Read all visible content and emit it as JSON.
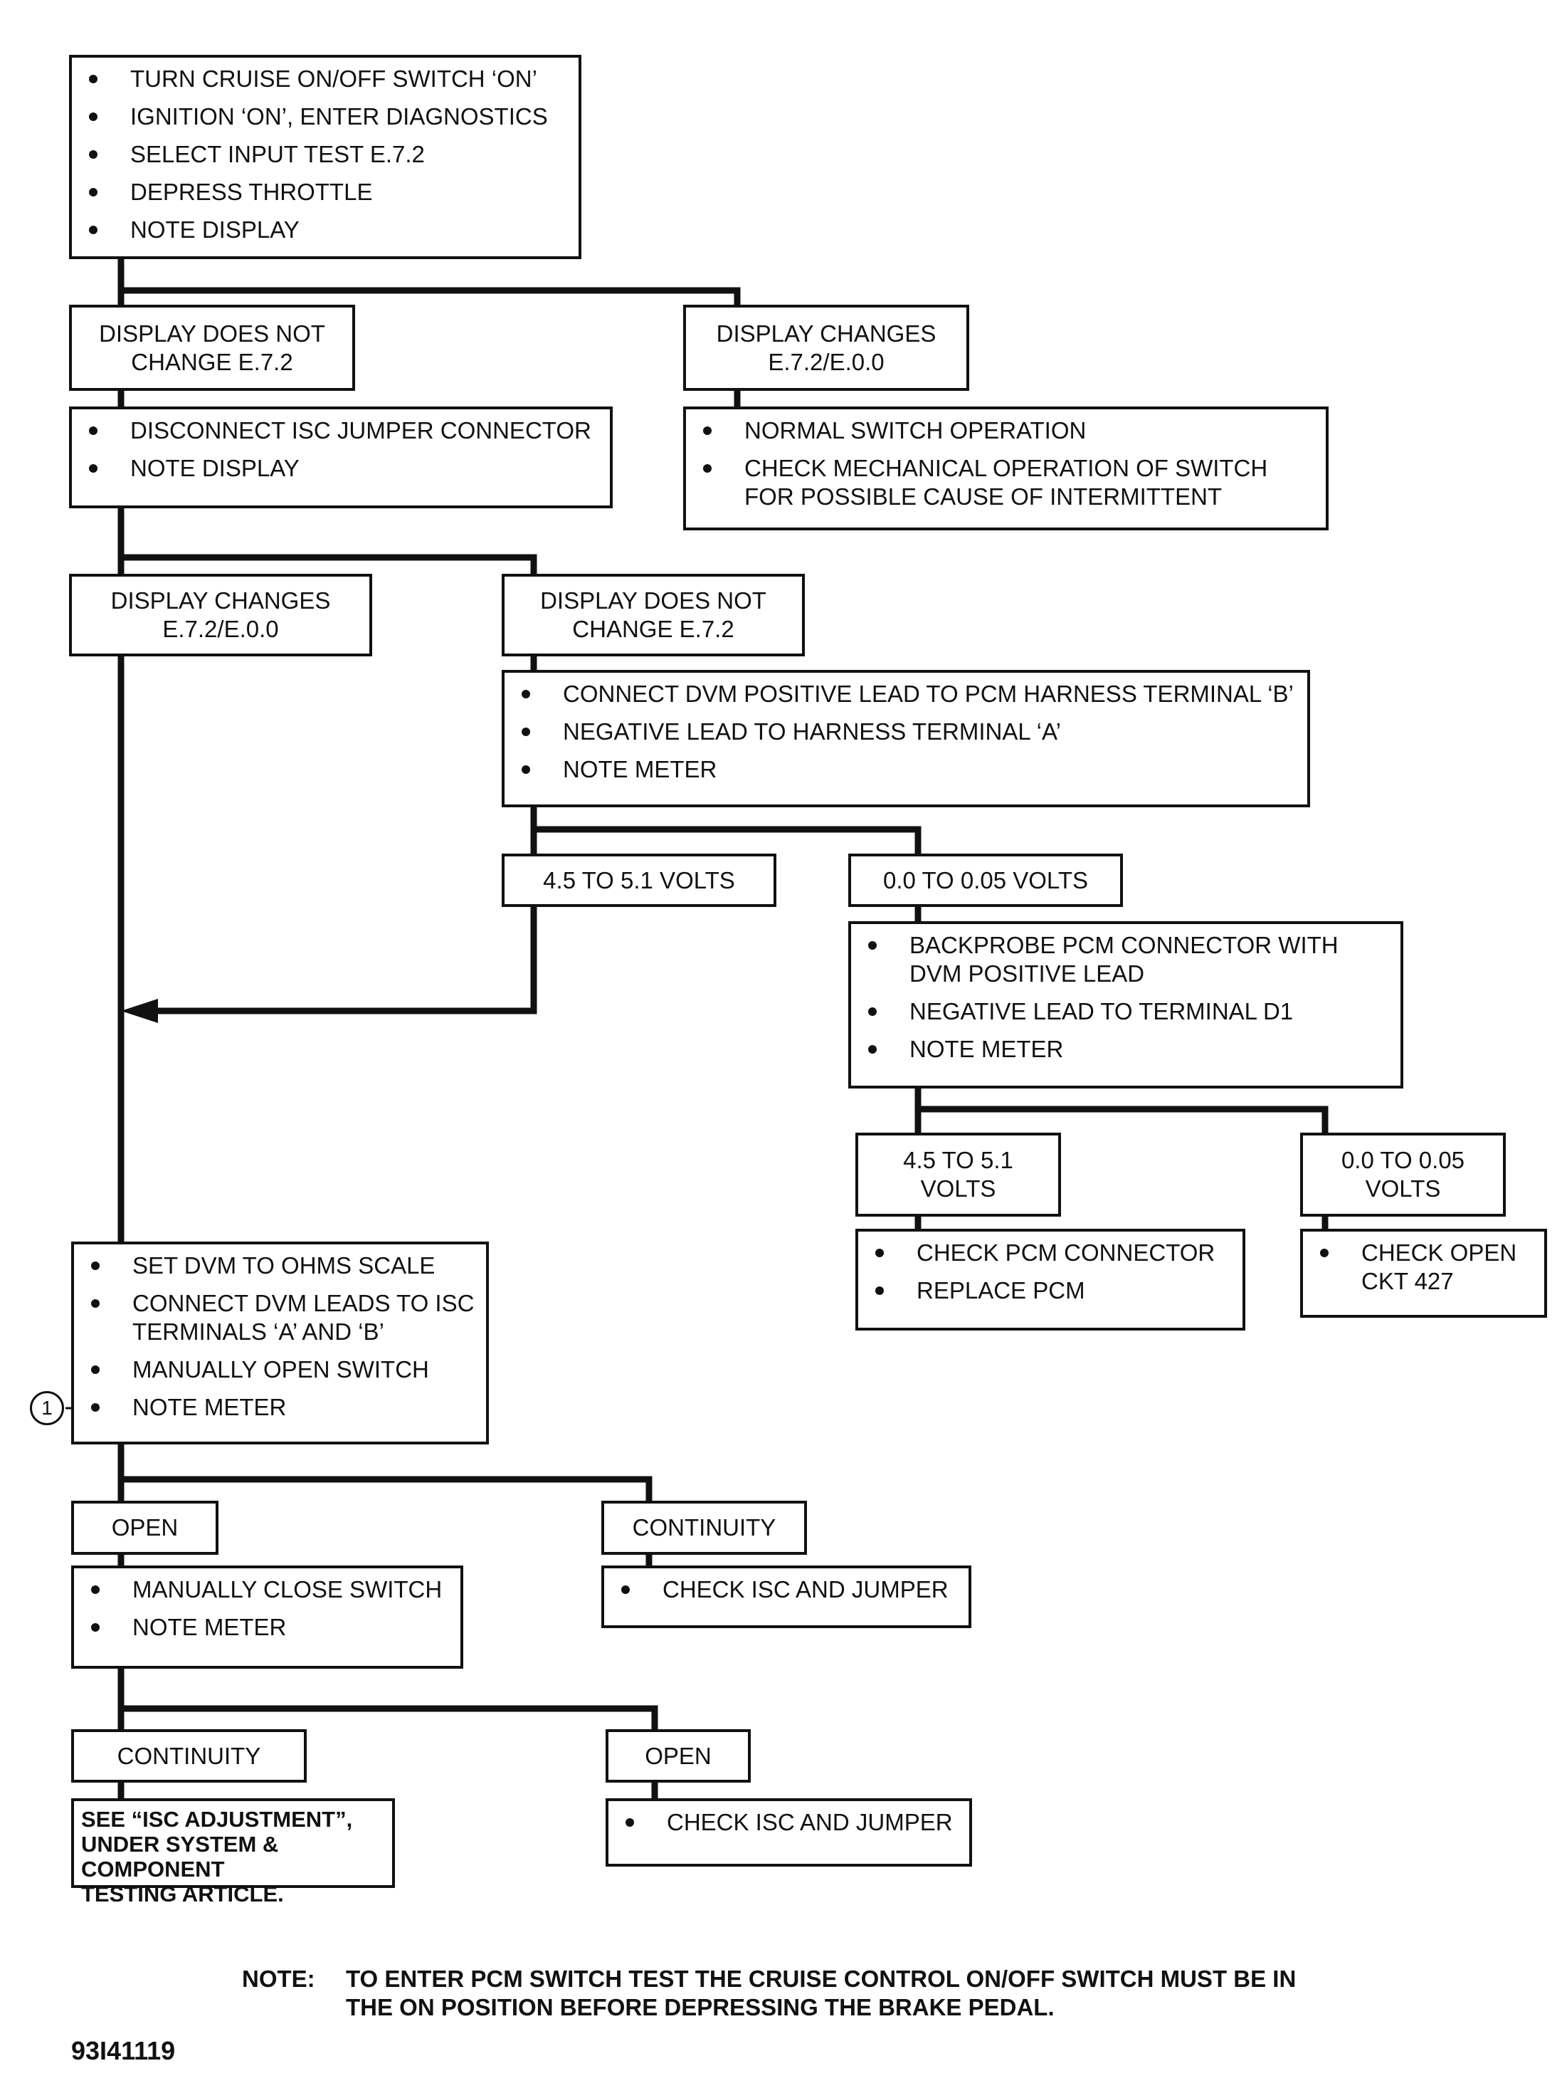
{
  "flowchart": {
    "start": {
      "steps": [
        "TURN CRUISE ON/OFF SWITCH ‘ON’",
        "IGNITION ‘ON’, ENTER DIAGNOSTICS",
        "SELECT INPUT TEST E.7.2",
        "DEPRESS THROTTLE",
        "NOTE DISPLAY"
      ]
    },
    "outcome_1_no_change": "DISPLAY DOES NOT\nCHANGE E.7.2",
    "outcome_1_changes": "DISPLAY CHANGES\nE.7.2/E.0.0",
    "step_disconnect_jumper": {
      "steps": [
        "DISCONNECT ISC JUMPER CONNECTOR",
        "NOTE DISPLAY"
      ]
    },
    "result_normal_switch": {
      "steps": [
        "NORMAL SWITCH OPERATION",
        "CHECK MECHANICAL OPERATION OF SWITCH FOR POSSIBLE CAUSE OF INTERMITTENT"
      ]
    },
    "outcome_2_changes": "DISPLAY CHANGES\nE.7.2/E.0.0",
    "outcome_2_no_change": "DISPLAY DOES NOT\nCHANGE E.7.2",
    "step_dvm_harness": {
      "steps": [
        "CONNECT DVM POSITIVE LEAD TO PCM HARNESS TERMINAL ‘B’",
        "NEGATIVE LEAD TO HARNESS TERMINAL ‘A’",
        "NOTE METER"
      ]
    },
    "outcome_3_high": "4.5 TO 5.1 VOLTS",
    "outcome_3_low": "0.0 TO 0.05 VOLTS",
    "step_backprobe": {
      "steps": [
        "BACKPROBE PCM CONNECTOR WITH DVM POSITIVE LEAD",
        "NEGATIVE LEAD TO TERMINAL D1",
        "NOTE METER"
      ]
    },
    "outcome_4_high": "4.5 TO 5.1\nVOLTS",
    "outcome_4_low": "0.0 TO 0.05\nVOLTS",
    "result_check_pcm": {
      "steps": [
        "CHECK PCM CONNECTOR",
        "REPLACE PCM"
      ]
    },
    "result_check_open": {
      "steps": [
        "CHECK OPEN CKT 427"
      ]
    },
    "step_ohms": {
      "steps": [
        "SET DVM TO OHMS SCALE",
        "CONNECT DVM LEADS TO ISC TERMINALS ‘A’ AND ‘B’",
        "MANUALLY OPEN SWITCH",
        "NOTE METER"
      ]
    },
    "callout_marker": "1",
    "outcome_5_open": "OPEN",
    "outcome_5_continuity": "CONTINUITY",
    "step_close_switch": {
      "steps": [
        "MANUALLY CLOSE SWITCH",
        "NOTE METER"
      ]
    },
    "result_check_isc_1": {
      "steps": [
        "CHECK ISC AND JUMPER"
      ]
    },
    "outcome_6_continuity": "CONTINUITY",
    "outcome_6_open": "OPEN",
    "result_isc_adjustment": "SEE “ISC ADJUSTMENT”,\nUNDER SYSTEM & COMPONENT\nTESTING ARTICLE.",
    "result_check_isc_2": {
      "steps": [
        "CHECK ISC AND JUMPER"
      ]
    }
  },
  "note": {
    "label": "NOTE:",
    "text": "TO ENTER PCM SWITCH TEST THE CRUISE CONTROL ON/OFF SWITCH MUST BE IN\nTHE ON POSITION BEFORE DEPRESSING THE BRAKE PEDAL."
  },
  "figure_id": "93I41119"
}
